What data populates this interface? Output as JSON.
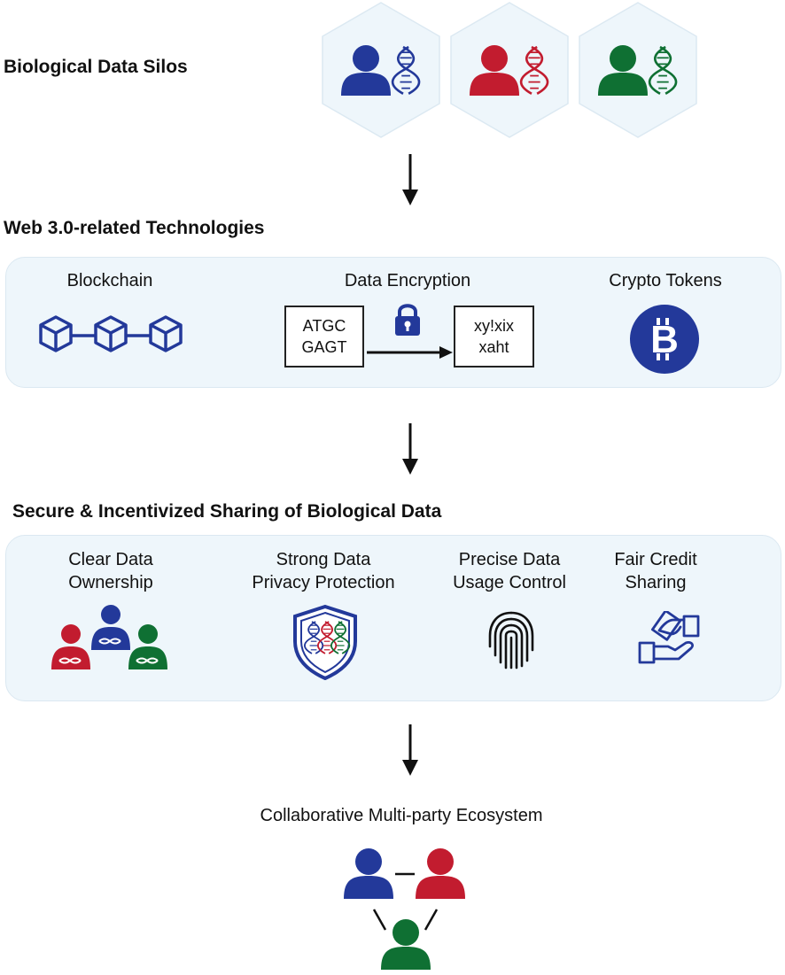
{
  "silos": {
    "title": "Biological Data Silos",
    "colors": [
      "#23399a",
      "#c21c2f",
      "#0f7033"
    ]
  },
  "web3": {
    "title": "Web 3.0-related Technologies",
    "blockchain": {
      "label": "Blockchain",
      "icon": "blockchain-icon"
    },
    "encryption": {
      "label": "Data Encryption",
      "plain_line1": "ATGC",
      "plain_line2": "GAGT",
      "cipher_line1": "xy!xix",
      "cipher_line2": "xaht",
      "icon": "lock-icon"
    },
    "tokens": {
      "label": "Crypto Tokens",
      "icon": "bitcoin-icon"
    }
  },
  "sharing": {
    "title": "Secure & Incentivized Sharing of Biological Data",
    "ownership": {
      "line1": "Clear Data",
      "line2": "Ownership"
    },
    "privacy": {
      "line1": "Strong Data",
      "line2": "Privacy Protection"
    },
    "usage": {
      "line1": "Precise Data",
      "line2": "Usage Control"
    },
    "credit": {
      "line1": "Fair Credit",
      "line2": "Sharing"
    }
  },
  "ecosystem": {
    "title": "Collaborative Multi-party Ecosystem"
  },
  "colors": {
    "blue": "#23399a",
    "red": "#c21c2f",
    "green": "#0f7033",
    "panel": "#eef6fb"
  }
}
